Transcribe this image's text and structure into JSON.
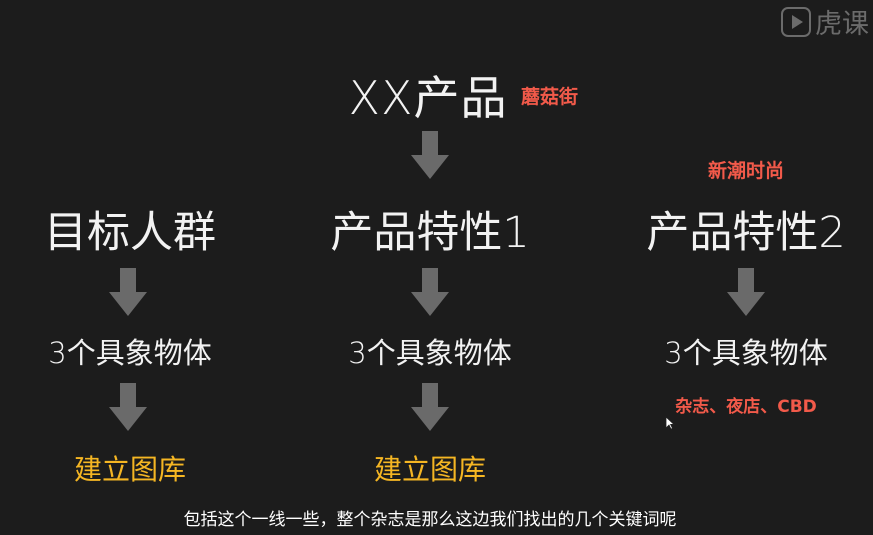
{
  "watermark": {
    "logo_text": "虎课"
  },
  "diagram": {
    "title": "XX产品",
    "title_note": "蘑菇街",
    "columns": [
      {
        "heading": "目标人群",
        "item": "3个具象物体",
        "result": "建立图库"
      },
      {
        "heading": "产品特性1",
        "item": "3个具象物体",
        "result": "建立图库"
      },
      {
        "heading": "产品特性2",
        "heading_note": "新潮时尚",
        "item": "3个具象物体",
        "item_note": "杂志、夜店、CBD"
      }
    ]
  },
  "subtitle": "包括这个一线一些，整个杂志是那么这边我们找出的几个关键词呢",
  "colors": {
    "background": "#1c1c1c",
    "text": "#f2f2f2",
    "note_red": "#f25a4a",
    "result_yellow": "#f5b623",
    "arrow_gray": "#6a6a6a"
  }
}
